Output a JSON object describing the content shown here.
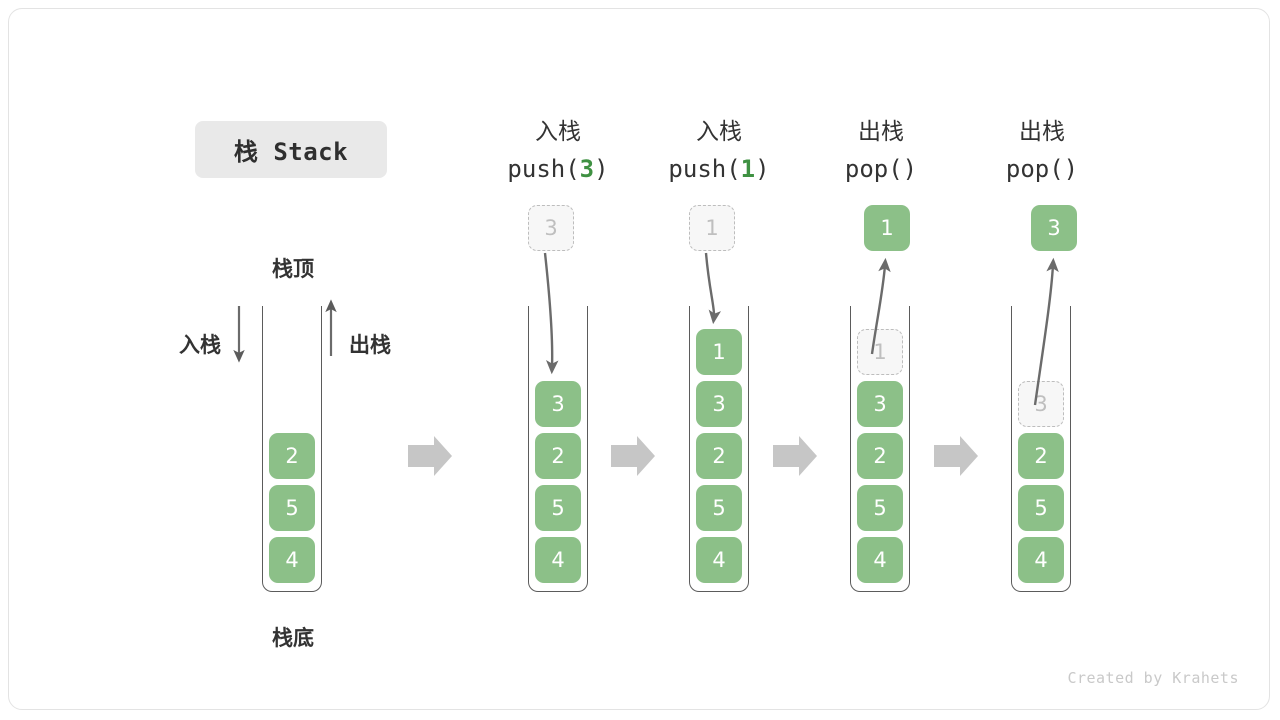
{
  "title": "栈 Stack",
  "credit": "Created by Krahets",
  "palette": {
    "element_green": "#8cc088",
    "ghost_fill": "#f7f7f7",
    "ghost_border": "#bdbdbd",
    "wall": "#5b5b5b",
    "arrow_grey": "#c6c6c6",
    "accent_num_green": "#3f9142",
    "text_dark": "#333333",
    "chip_bg": "#e9e9e9",
    "credit_grey": "#c9c9c9"
  },
  "legend": {
    "top_label": "栈顶",
    "bottom_label": "栈底",
    "push_label": "入栈",
    "pop_label": "出栈"
  },
  "stages": [
    {
      "id": "initial",
      "header_cn": "",
      "header_code_prefix": "",
      "header_code_num": "",
      "header_code_suffix": "",
      "stack": [
        "2",
        "5",
        "4"
      ],
      "ghost_in_stack": null,
      "floating": null,
      "floating_kind": null
    },
    {
      "id": "push-3",
      "header_cn": "入栈",
      "header_code_prefix": "push(",
      "header_code_num": "3",
      "header_code_suffix": ")",
      "stack": [
        "3",
        "2",
        "5",
        "4"
      ],
      "ghost_in_stack": null,
      "floating": "3",
      "floating_kind": "ghost"
    },
    {
      "id": "push-1",
      "header_cn": "入栈",
      "header_code_prefix": "push(",
      "header_code_num": "1",
      "header_code_suffix": ")",
      "stack": [
        "1",
        "3",
        "2",
        "5",
        "4"
      ],
      "ghost_in_stack": null,
      "floating": "1",
      "floating_kind": "ghost"
    },
    {
      "id": "pop-1",
      "header_cn": "出栈",
      "header_code_prefix": "pop(",
      "header_code_num": "",
      "header_code_suffix": ")",
      "stack": [
        "3",
        "2",
        "5",
        "4"
      ],
      "ghost_in_stack": "1",
      "floating": "1",
      "floating_kind": "solid"
    },
    {
      "id": "pop-3",
      "header_cn": "出栈",
      "header_code_prefix": "pop(",
      "header_code_num": "",
      "header_code_suffix": ")",
      "stack": [
        "2",
        "5",
        "4"
      ],
      "ghost_in_stack": "3",
      "floating": "3",
      "floating_kind": "solid"
    }
  ]
}
